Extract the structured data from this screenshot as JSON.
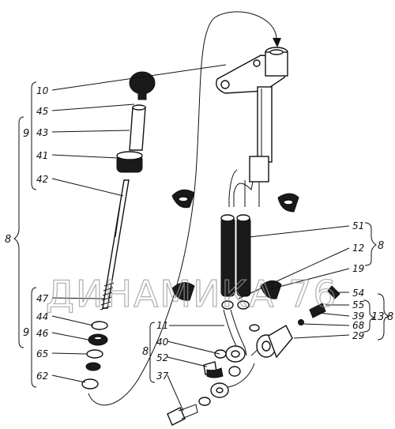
{
  "watermark": "ДИНАМИКА 76",
  "labels_left": [
    "10",
    "45",
    "43",
    "41",
    "42",
    "47",
    "44",
    "46",
    "65",
    "62"
  ],
  "group_left_outer": "8",
  "group_left_upper": "9",
  "group_left_lower": "9",
  "labels_bottom_left": [
    "11",
    "40",
    "52",
    "37"
  ],
  "group_bottom_left": "8",
  "labels_right": [
    "51",
    "12",
    "19",
    "54",
    "55",
    "39",
    "68",
    "29"
  ],
  "group_right_upper": "8",
  "group_right_inner": "13",
  "group_right_outer": "8"
}
